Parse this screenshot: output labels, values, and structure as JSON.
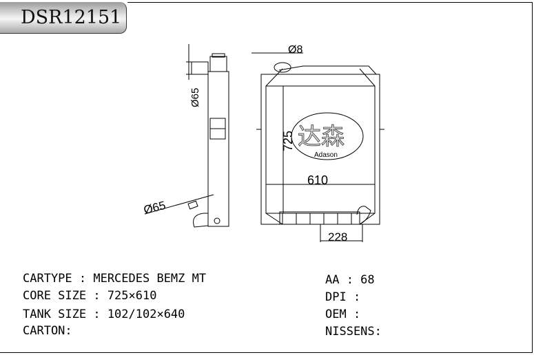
{
  "part_number": "DSR12151",
  "drawing": {
    "logo_cn": "达森",
    "logo_en": "Adason",
    "dim_side_top_dia": "Ø65",
    "dim_side_bottom_dia": "Ø65",
    "dim_bolt_dia": "Ø8",
    "dim_height": "725",
    "dim_width": "610",
    "dim_outlet_offset": "228"
  },
  "specs_left": [
    "CARTYPE : MERCEDES BEMZ MT",
    "CORE SIZE : 725×610",
    "TANK SIZE : 102/102×640",
    "CARTON:"
  ],
  "specs_right": [
    "AA : 68",
    "DPI :",
    "OEM :",
    "NISSENS:"
  ]
}
